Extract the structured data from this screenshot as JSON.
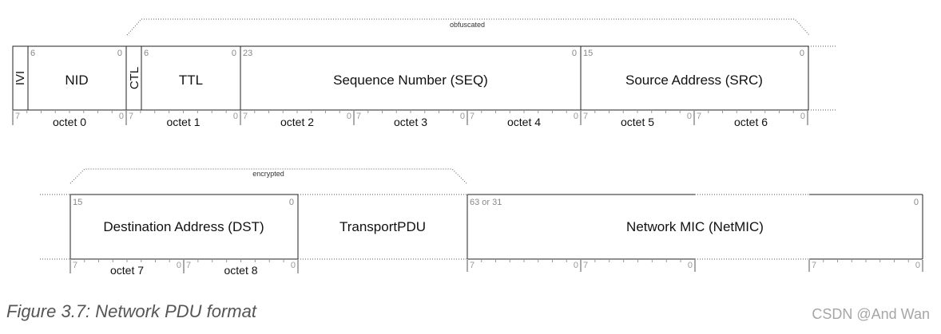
{
  "labels": {
    "obfuscated": "obfuscated",
    "encrypted": "encrypted"
  },
  "fields": {
    "ivi": "IVI",
    "nid": "NID",
    "ctl": "CTL",
    "ttl": "TTL",
    "seq": "Sequence Number (SEQ)",
    "src": "Source Address (SRC)",
    "dst": "Destination Address (DST)",
    "transport_pdu": "TransportPDU",
    "netmic": "Network MIC (NetMIC)"
  },
  "bit_labels": {
    "nid_hi": "6",
    "nid_lo": "0",
    "ttl_hi": "6",
    "ttl_lo": "0",
    "seq_hi": "23",
    "seq_lo": "0",
    "src_hi": "15",
    "src_lo": "0",
    "dst_hi": "15",
    "dst_lo": "0",
    "netmic_hi": "63 or 31",
    "netmic_lo": "0"
  },
  "octet_bit_hi": "7",
  "octet_bit_lo": "0",
  "octets_row1": [
    "octet 0",
    "octet 1",
    "octet 2",
    "octet 3",
    "octet 4",
    "octet 5",
    "octet 6"
  ],
  "octets_row2": [
    "octet 7",
    "octet 8"
  ],
  "caption": "Figure 3.7: Network PDU format",
  "watermark": "CSDN @And Wan"
}
